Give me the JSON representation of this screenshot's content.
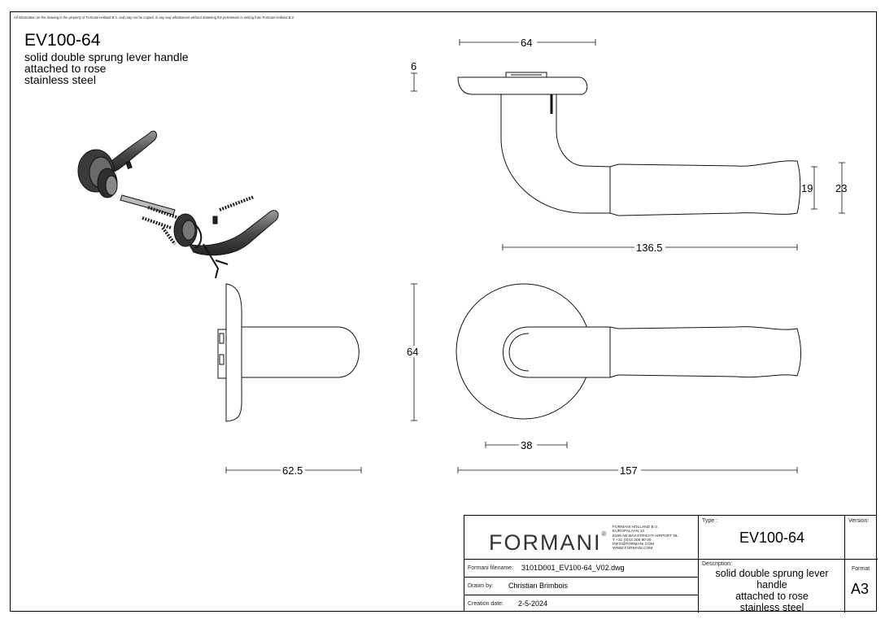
{
  "disclaimer": "All information on the drawing is the property of Formani Holland B.V. and may not be copied, in any way whatsoever without obtaining the permission in writing from Formani Holland B.V",
  "header": {
    "title": "EV100-64",
    "lines": [
      "solid double sprung lever handle",
      "attached to rose",
      "stainless steel"
    ]
  },
  "dimensions": {
    "top_width": "64",
    "rose_thickness": "6",
    "grip_inner": "19",
    "grip_outer": "23",
    "top_length": "136.5",
    "side_height": "64",
    "side_projection": "62.5",
    "front_neck": "38",
    "front_length": "157"
  },
  "title_block": {
    "logo": "FORMANI",
    "logo_mark": "®",
    "address": [
      "FORMANI HOLLAND B.V.",
      "EUROPALAAN 12",
      "6199 AB MAASTRICHT-AIRPORT NL",
      "T +31 (0)43 308 90 00",
      "INFO@FORMANI.COM",
      "WWW.FORMANI.COM"
    ],
    "type_label": "Type :",
    "type_value": "EV100-64",
    "version_label": "Version:",
    "version_value": "",
    "filename_label": "Formani filename:",
    "filename_value": "3101D001_EV100-64_V02.dwg",
    "drawn_label": "Drawn by:",
    "drawn_value": "Christian Brimbois",
    "created_label": "Creation date:",
    "created_value": "2-5-2024",
    "description_label": "Description:",
    "description_lines": [
      "solid double sprung lever",
      "handle",
      "attached to rose",
      "stainless steel"
    ],
    "format_label": "Format",
    "format_value": "A3"
  }
}
